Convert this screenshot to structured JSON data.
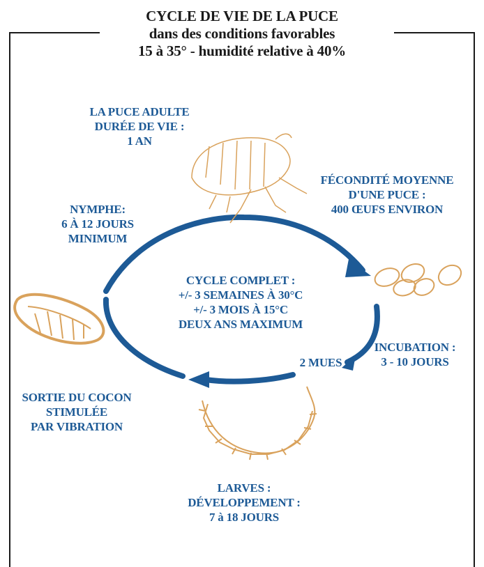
{
  "title": {
    "line1": "CYCLE DE VIE DE LA PUCE",
    "line2": "dans des conditions favorables",
    "line3": "15 à 35° - humidité relative à 40%"
  },
  "adult": {
    "lines": [
      "LA PUCE ADULTE",
      "DURÉE DE VIE :",
      "1 AN"
    ]
  },
  "fecundity": {
    "lines": [
      "FÉCONDITÉ MOYENNE",
      "D'UNE PUCE :",
      "400 ŒUFS ENVIRON"
    ]
  },
  "incubation": {
    "lines": [
      "INCUBATION :",
      "3 - 10 JOURS"
    ]
  },
  "moults": {
    "label": "2 MUES"
  },
  "larvae": {
    "lines": [
      "LARVES :",
      "DÉVELOPPEMENT :",
      "7 à 18 JOURS"
    ]
  },
  "cocoon": {
    "lines": [
      "SORTIE DU COCON",
      "STIMULÉE",
      "PAR VIBRATION"
    ]
  },
  "nymph": {
    "lines": [
      "NYMPHE:",
      "6 À 12 JOURS",
      "MINIMUM"
    ]
  },
  "center": {
    "lines": [
      "CYCLE COMPLET :",
      "+/- 3 SEMAINES À 30°C",
      "+/- 3 MOIS À 15°C",
      "DEUX ANS MAXIMUM"
    ]
  },
  "colors": {
    "accent": "#1d5a96",
    "illustration": "#d9a25c",
    "frame": "#1a1a1a"
  },
  "icons": [
    "flea-adult-icon",
    "eggs-icon",
    "larva-icon",
    "cocoon-icon"
  ]
}
